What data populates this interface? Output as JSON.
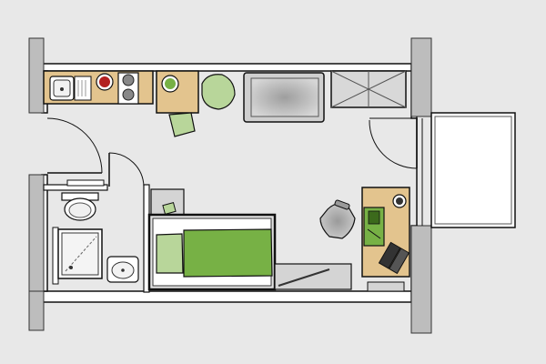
{
  "colors": {
    "background": "#e8e8e8",
    "wall": "#111111",
    "wall_fill": "#ffffff",
    "pillar": "#bdbdbd",
    "wood": "#e3c48e",
    "green": "#77b145",
    "light_green": "#b8d69a",
    "grey": "#cfcfcf",
    "dark_grey": "#8a8a8a",
    "red": "#b32020",
    "fixture": "#ffffff"
  },
  "rooms": [
    "kitchenette",
    "bathroom",
    "living-sleeping",
    "balcony"
  ],
  "furniture": [
    "sink",
    "stove",
    "kitchen-table",
    "chairs",
    "sofa",
    "wardrobe",
    "bed",
    "toilet",
    "shower",
    "washbasin",
    "desk",
    "office-chair",
    "laptop"
  ]
}
